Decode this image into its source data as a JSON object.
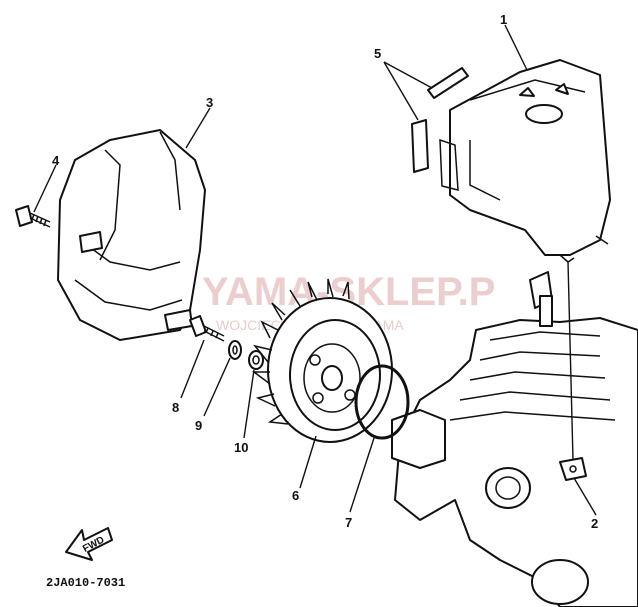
{
  "callouts": [
    "1",
    "2",
    "3",
    "4",
    "5",
    "6",
    "7",
    "8",
    "9",
    "10"
  ],
  "watermark": {
    "brand": "YAMA-SKLEP.P",
    "tagline": "WOJCIECHO             DEALER YAMA"
  },
  "fwd_label": "FWD",
  "diagram_code": "2JA010-7031",
  "colors": {
    "line": "#111111",
    "watermark": "#e9c6c6",
    "background": "#ffffff"
  }
}
